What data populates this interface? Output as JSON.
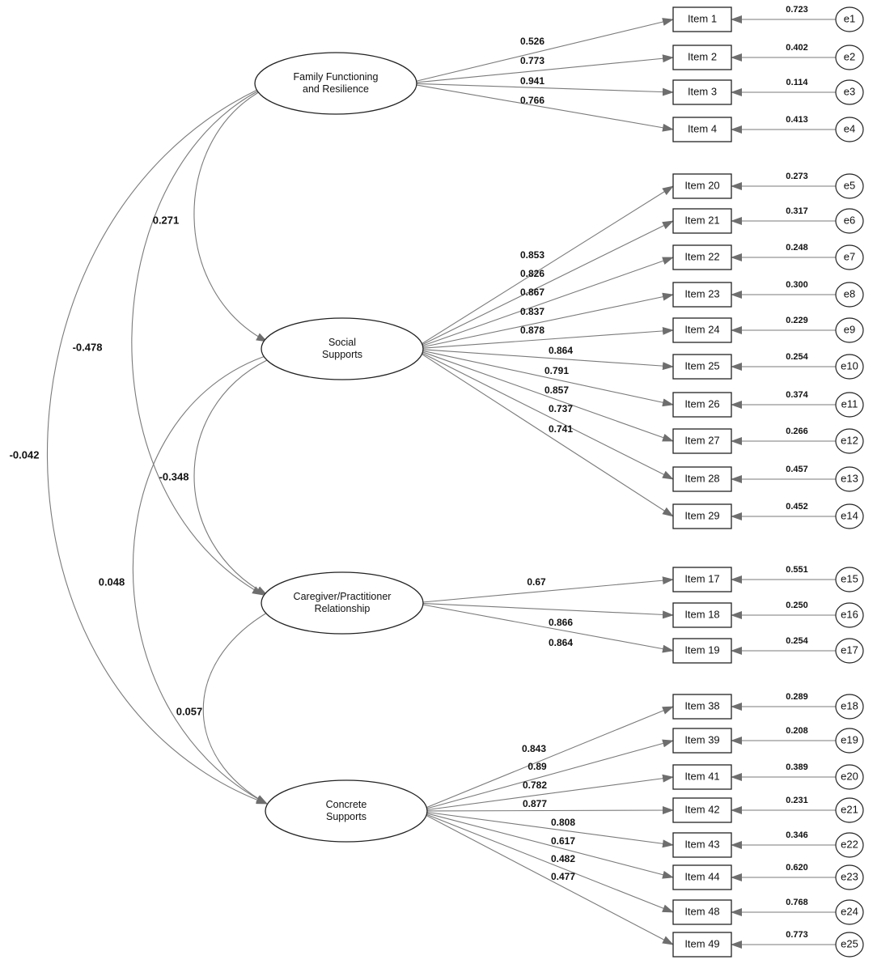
{
  "factors": [
    {
      "id": "F1",
      "label_lines": [
        "Family Functioning",
        "and Resilience"
      ]
    },
    {
      "id": "F2",
      "label_lines": [
        "Social",
        "Supports"
      ]
    },
    {
      "id": "F3",
      "label_lines": [
        "Caregiver/Practitioner",
        "Relationship"
      ]
    },
    {
      "id": "F4",
      "label_lines": [
        "Concrete",
        "Supports"
      ]
    }
  ],
  "items": [
    {
      "factor": "F1",
      "item": "Item 1",
      "loading": "0.526",
      "error": "e1",
      "error_value": "0.723"
    },
    {
      "factor": "F1",
      "item": "Item 2",
      "loading": "0.773",
      "error": "e2",
      "error_value": "0.402"
    },
    {
      "factor": "F1",
      "item": "Item 3",
      "loading": "0.941",
      "error": "e3",
      "error_value": "0.114"
    },
    {
      "factor": "F1",
      "item": "Item 4",
      "loading": "0.766",
      "error": "e4",
      "error_value": "0.413"
    },
    {
      "factor": "F2",
      "item": "Item 20",
      "loading": "0.853",
      "error": "e5",
      "error_value": "0.273"
    },
    {
      "factor": "F2",
      "item": "Item 21",
      "loading": "0.826",
      "error": "e6",
      "error_value": "0.317"
    },
    {
      "factor": "F2",
      "item": "Item 22",
      "loading": "0.867",
      "error": "e7",
      "error_value": "0.248"
    },
    {
      "factor": "F2",
      "item": "Item 23",
      "loading": "0.837",
      "error": "e8",
      "error_value": "0.300"
    },
    {
      "factor": "F2",
      "item": "Item 24",
      "loading": "0.878",
      "error": "e9",
      "error_value": "0.229"
    },
    {
      "factor": "F2",
      "item": "Item 25",
      "loading": "0.864",
      "error": "e10",
      "error_value": "0.254"
    },
    {
      "factor": "F2",
      "item": "Item 26",
      "loading": "0.791",
      "error": "e11",
      "error_value": "0.374"
    },
    {
      "factor": "F2",
      "item": "Item 27",
      "loading": "0.857",
      "error": "e12",
      "error_value": "0.266"
    },
    {
      "factor": "F2",
      "item": "Item 28",
      "loading": "0.737",
      "error": "e13",
      "error_value": "0.457"
    },
    {
      "factor": "F2",
      "item": "Item 29",
      "loading": "0.741",
      "error": "e14",
      "error_value": "0.452"
    },
    {
      "factor": "F3",
      "item": "Item 17",
      "loading": "0.67",
      "error": "e15",
      "error_value": "0.551"
    },
    {
      "factor": "F3",
      "item": "Item 18",
      "loading": "0.866",
      "error": "e16",
      "error_value": "0.250"
    },
    {
      "factor": "F3",
      "item": "Item 19",
      "loading": "0.864",
      "error": "e17",
      "error_value": "0.254"
    },
    {
      "factor": "F4",
      "item": "Item 38",
      "loading": "0.843",
      "error": "e18",
      "error_value": "0.289"
    },
    {
      "factor": "F4",
      "item": "Item 39",
      "loading": "0.89",
      "error": "e19",
      "error_value": "0.208"
    },
    {
      "factor": "F4",
      "item": "Item 41",
      "loading": "0.782",
      "error": "e20",
      "error_value": "0.389"
    },
    {
      "factor": "F4",
      "item": "Item 42",
      "loading": "0.877",
      "error": "e21",
      "error_value": "0.231"
    },
    {
      "factor": "F4",
      "item": "Item 43",
      "loading": "0.808",
      "error": "e22",
      "error_value": "0.346"
    },
    {
      "factor": "F4",
      "item": "Item 44",
      "loading": "0.617",
      "error": "e23",
      "error_value": "0.620"
    },
    {
      "factor": "F4",
      "item": "Item 48",
      "loading": "0.482",
      "error": "e24",
      "error_value": "0.768"
    },
    {
      "factor": "F4",
      "item": "Item 49",
      "loading": "0.477",
      "error": "e25",
      "error_value": "0.773"
    }
  ],
  "correlations": [
    {
      "from": "F1",
      "to": "F2",
      "value": "0.271"
    },
    {
      "from": "F1",
      "to": "F3",
      "value": "-0.478"
    },
    {
      "from": "F1",
      "to": "F4",
      "value": "-0.042"
    },
    {
      "from": "F2",
      "to": "F3",
      "value": "-0.348"
    },
    {
      "from": "F2",
      "to": "F4",
      "value": "0.048"
    },
    {
      "from": "F3",
      "to": "F4",
      "value": "0.057"
    }
  ],
  "colors": {
    "line": "#7a7a7a",
    "shape_stroke": "#222222",
    "text": "#111111",
    "background": "#ffffff"
  }
}
